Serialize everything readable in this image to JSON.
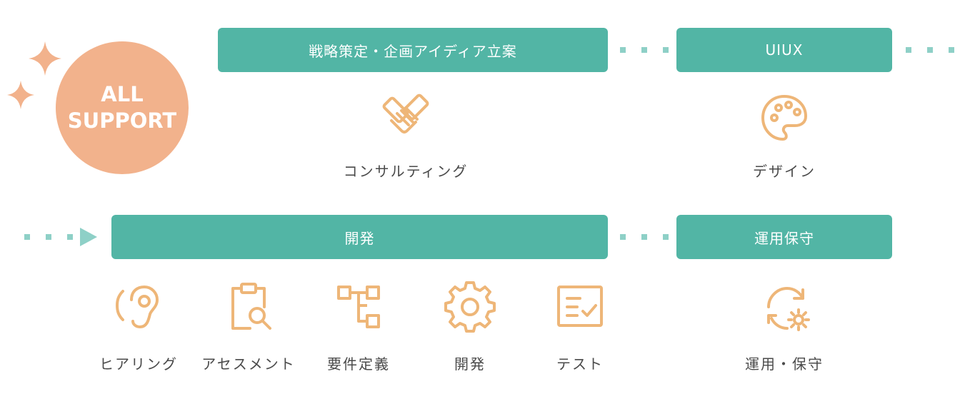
{
  "colors": {
    "teal": "#52b5a5",
    "teal_light": "#8ed0c7",
    "orange": "#f2b28c",
    "icon_orange": "#eeb678",
    "text": "#4a4a4a"
  },
  "badge": {
    "line1": "ALL",
    "line2": "SUPPORT"
  },
  "stages": {
    "strategy": "戦略策定・企画アイディア立案",
    "uiux": "UIUX",
    "development": "開発",
    "maintenance": "運用保守"
  },
  "services": {
    "consulting": {
      "label": "コンサルティング",
      "icon": "handshake-icon"
    },
    "design": {
      "label": "デザイン",
      "icon": "palette-icon"
    },
    "hearing": {
      "label": "ヒアリング",
      "icon": "ear-icon"
    },
    "assessment": {
      "label": "アセスメント",
      "icon": "clipboard-search-icon"
    },
    "requirements": {
      "label": "要件定義",
      "icon": "flowchart-icon"
    },
    "dev": {
      "label": "開発",
      "icon": "gear-icon"
    },
    "test": {
      "label": "テスト",
      "icon": "checklist-icon"
    },
    "operations": {
      "label": "運用・保守",
      "icon": "refresh-gear-icon"
    }
  }
}
